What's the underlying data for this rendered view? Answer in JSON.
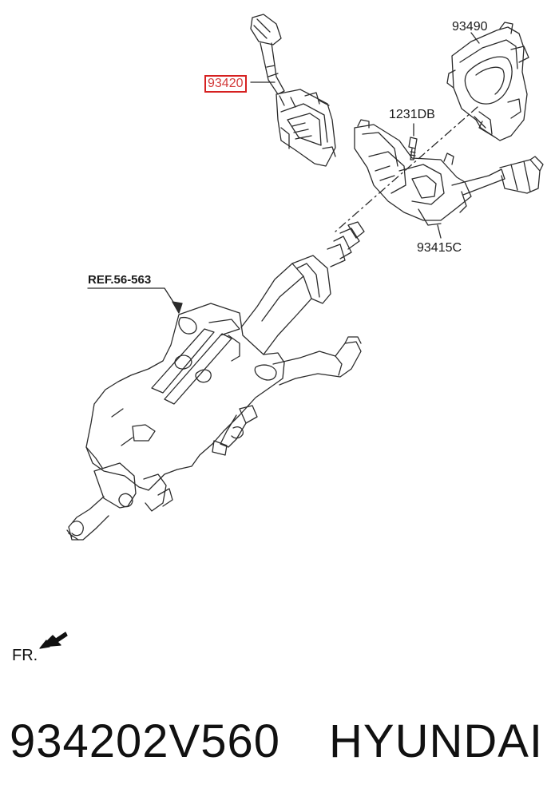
{
  "diagram": {
    "callouts": [
      {
        "id": "c93490",
        "text": "93490",
        "highlighted": false
      },
      {
        "id": "c93420",
        "text": "93420",
        "highlighted": true
      },
      {
        "id": "c1231DB",
        "text": "1231DB",
        "highlighted": false
      },
      {
        "id": "c93415C",
        "text": "93415C",
        "highlighted": false
      },
      {
        "id": "cREF",
        "text": "REF.56-563",
        "highlighted": false
      }
    ],
    "direction_label": "FR.",
    "highlight_color": "#d62020"
  },
  "footer": {
    "part_number": "934202V560",
    "brand": "HYUNDAI"
  }
}
